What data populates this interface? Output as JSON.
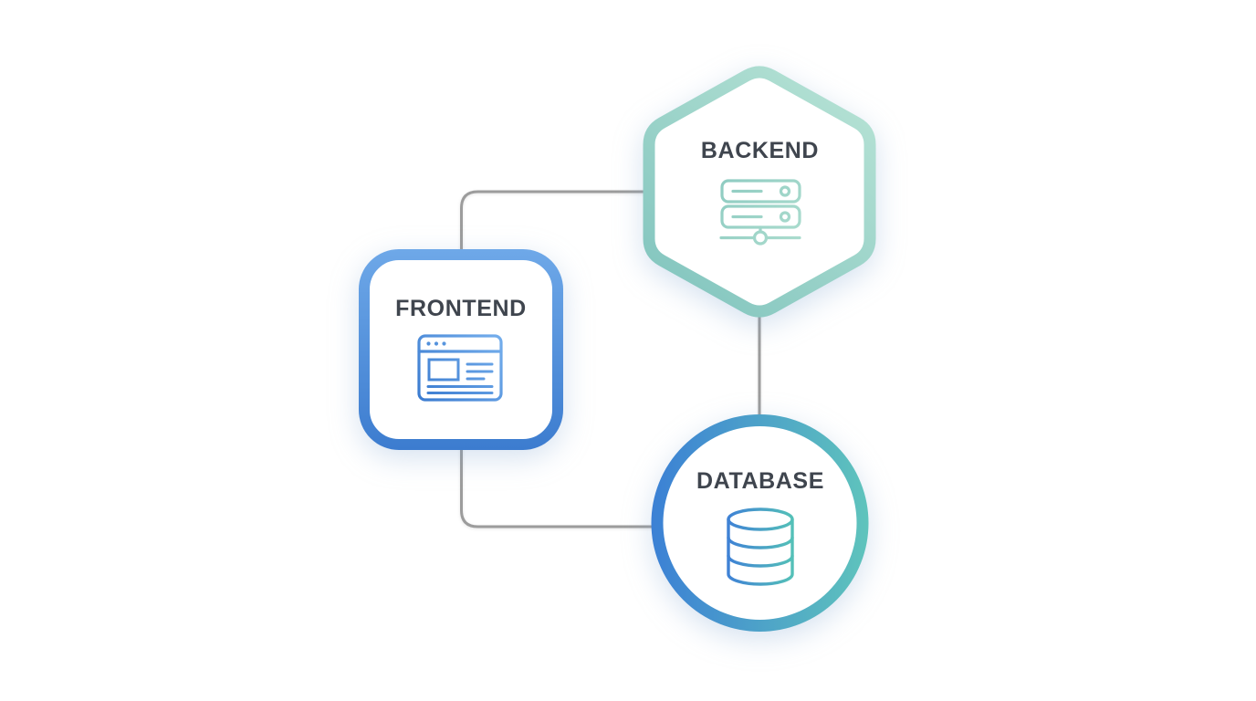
{
  "diagram": {
    "background_color": "#ffffff",
    "connector_color": "#9c9c9c",
    "label_color": "#3f454e",
    "nodes": [
      {
        "id": "frontend",
        "label": "FRONTEND",
        "shape": "rounded-square",
        "icon": "browser-window-icon",
        "border_gradient": [
          "#6ea8e8",
          "#3c7ccf"
        ],
        "icon_gradient": [
          "#3a7bd0",
          "#74aeec"
        ]
      },
      {
        "id": "backend",
        "label": "BACKEND",
        "shape": "hexagon",
        "icon": "server-rack-icon",
        "border_gradient": [
          "#b9e4d6",
          "#7fc3bd"
        ],
        "icon_gradient": [
          "#8fccc2",
          "#abdcce"
        ]
      },
      {
        "id": "database",
        "label": "DATABASE",
        "shape": "circle",
        "icon": "database-cylinder-icon",
        "border_gradient": [
          "#3b80d5",
          "#5fc4bc"
        ],
        "icon_gradient": [
          "#3f82d5",
          "#54c0b8"
        ]
      }
    ],
    "connections": [
      {
        "from": "frontend",
        "to": "backend"
      },
      {
        "from": "backend",
        "to": "database"
      },
      {
        "from": "frontend",
        "to": "database"
      }
    ]
  }
}
